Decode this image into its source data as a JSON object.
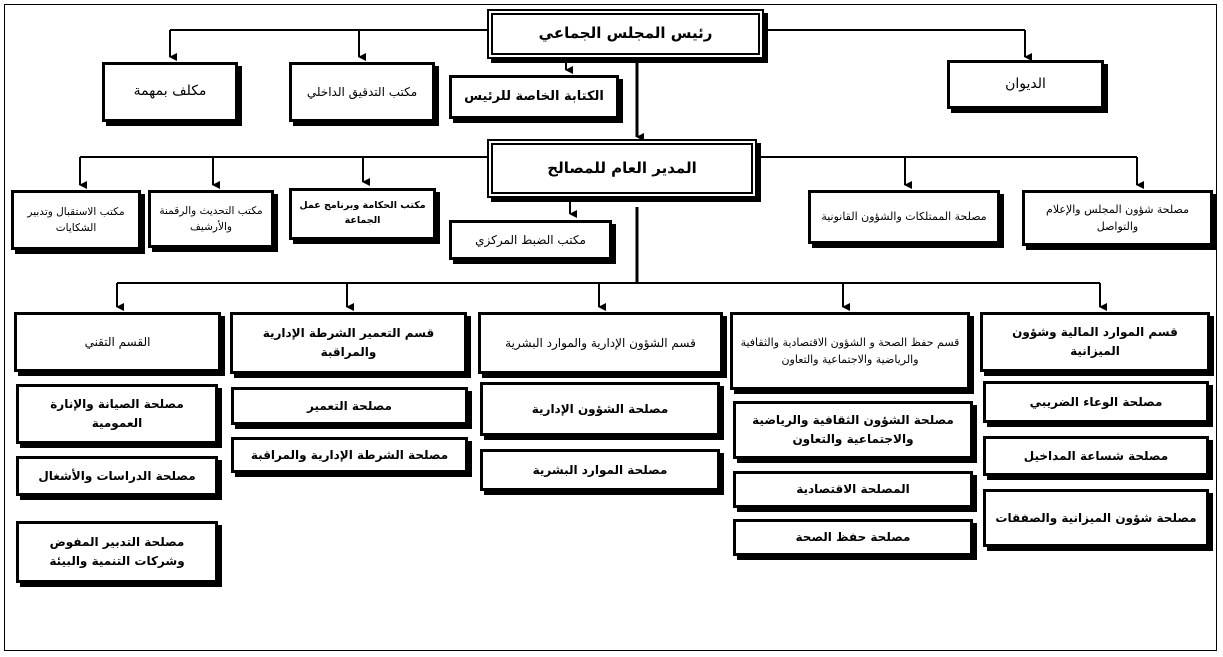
{
  "president": "رئيس المجلس الجماعي",
  "president_units": {
    "diwan": "الديوان",
    "private_secretariat": "الكتابة الخاصة للرئيس",
    "internal_audit": "مكتب التدقيق الداخلي",
    "mission_officer": "مكلف بمهمة"
  },
  "director_general": "المدير العام للمصالح",
  "dg_units": {
    "council_affairs": "مصلحة شؤون المجلس والإعلام والتواصل",
    "property_legal": "مصلحة الممتلكات والشؤون القانونية",
    "central_control": "مكتب الضبط المركزي",
    "governance": "مكتب الحكامة وبرنامج عمل الجماعة",
    "modernization": "مكتب التحديث والرقمنة والأرشيف",
    "reception": "مكتب الاستقبال وتدبير الشكايات"
  },
  "divisions": [
    {
      "title": "قسم الموارد المالية وشؤون الميزانية",
      "services": [
        "مصلحة الوعاء الضريبي",
        "مصلحة شساعة المداخيل",
        "مصلحة شؤون الميزانية والصفقات"
      ]
    },
    {
      "title": "قسم حفظ الصحة و الشؤون الاقتصادية والثقافية والرياضية والاجتماعية والتعاون",
      "services": [
        "مصلحة الشؤون الثقافية والرياضية والاجتماعية والتعاون",
        "المصلحة الاقتصادية",
        "مصلحة حفظ الصحة"
      ]
    },
    {
      "title": "قسم الشؤون الإدارية والموارد البشرية",
      "services": [
        "مصلحة الشؤون الإدارية",
        "مصلحة الموارد البشرية"
      ]
    },
    {
      "title": "قسم التعمير الشرطة الإدارية والمراقبة",
      "services": [
        "مصلحة التعمير",
        "مصلحة الشرطة الإدارية والمراقبة"
      ]
    },
    {
      "title": "القسم التقني",
      "services": [
        "مصلحة الصيانة والإنارة العمومية",
        "مصلحة الدراسات والأشغال",
        "مصلحة التدبير المفوض وشركات التنمية والبيئة"
      ]
    }
  ]
}
